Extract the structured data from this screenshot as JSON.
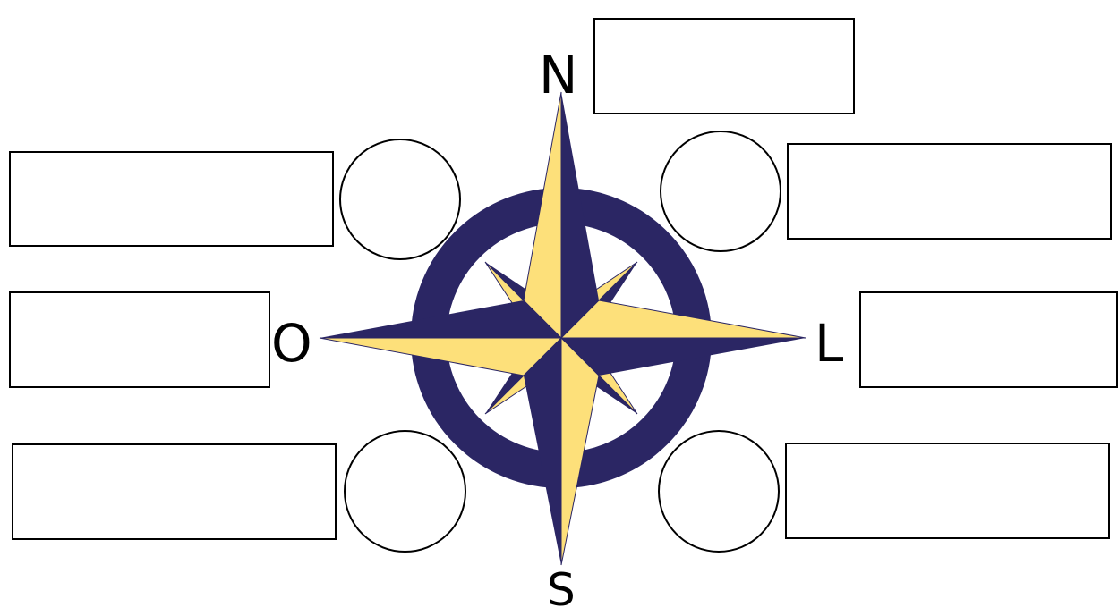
{
  "compass": {
    "labels": {
      "north": "N",
      "south": "S",
      "west": "O",
      "east": "L"
    },
    "colors": {
      "navy": "#2b2664",
      "yellow": "#fde07a",
      "outline": "#000000",
      "background": "#ffffff"
    },
    "icon": "compass-rose-icon"
  },
  "worksheet": {
    "answer_boxes": [
      "",
      "",
      "",
      "",
      "",
      "",
      ""
    ],
    "answer_circles": [
      "",
      "",
      "",
      ""
    ]
  }
}
